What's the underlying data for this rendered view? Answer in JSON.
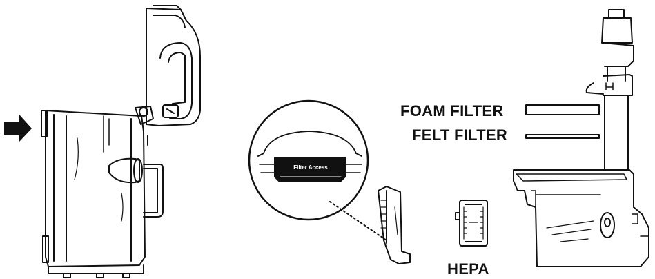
{
  "labels": {
    "foam_filter": "FOAM FILTER",
    "felt_filter": "FELT FILTER",
    "hepa": "HEPA",
    "filter_access": "Filter Access"
  },
  "icons": {
    "arrow": "right-arrow-icon"
  },
  "colors": {
    "line": "#111111",
    "background": "#ffffff"
  }
}
